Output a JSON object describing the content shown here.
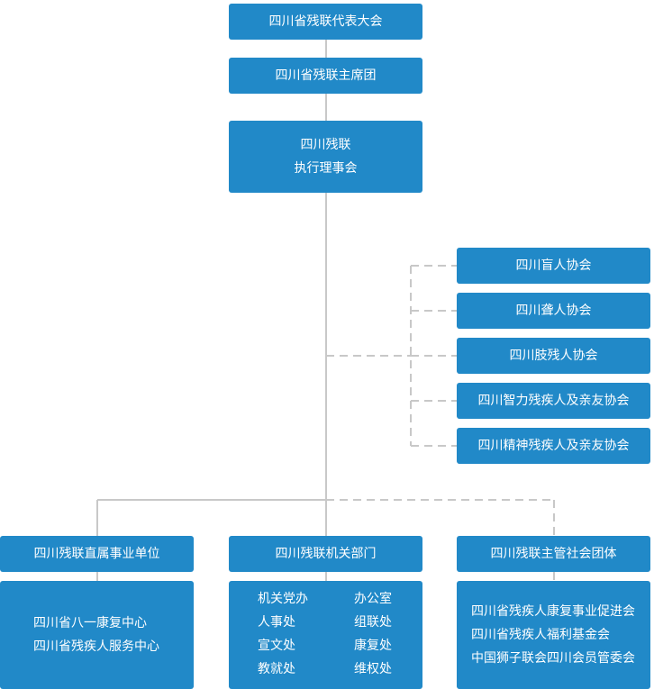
{
  "colors": {
    "box": "#2189c8",
    "text": "#ffffff",
    "line": "#c8c8c8"
  },
  "nodes": {
    "congress": "四川省残联代表大会",
    "presidium": "四川省残联主席团",
    "council_line1": "四川残联",
    "council_line2": "执行理事会",
    "associations": [
      "四川盲人协会",
      "四川聋人协会",
      "四川肢残人协会",
      "四川智力残疾人及亲友协会",
      "四川精神残疾人及亲友协会"
    ],
    "branches": {
      "direct_units": "四川残联直属事业单位",
      "departments": "四川残联机关部门",
      "social_groups": "四川残联主管社会团体"
    }
  },
  "details": {
    "direct_units": [
      "四川省八一康复中心",
      "四川省残疾人服务中心"
    ],
    "departments": [
      "机关党办",
      "办公室",
      "人事处",
      "组联处",
      "宣文处",
      "康复处",
      "教就处",
      "维权处"
    ],
    "social_groups": [
      "四川省残疾人康复事业促进会",
      "四川省残疾人福利基金会",
      "中国狮子联会四川会员管委会"
    ]
  }
}
